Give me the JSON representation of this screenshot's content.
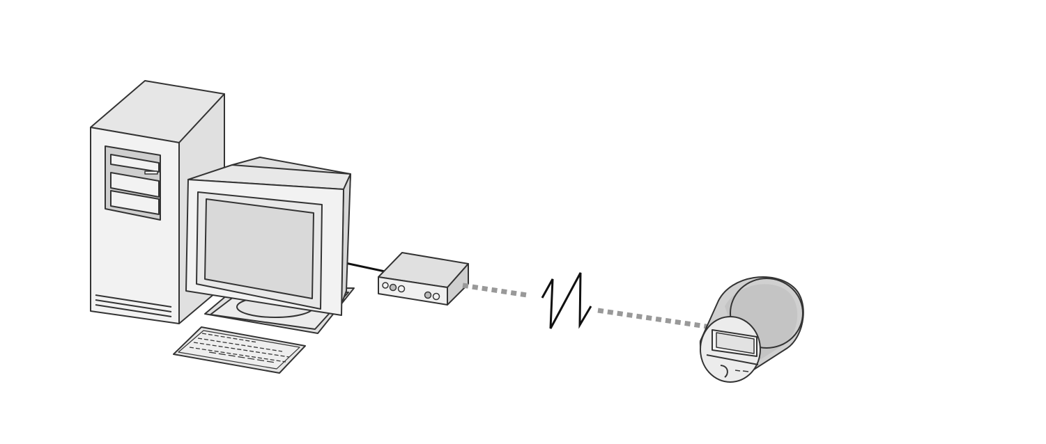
{
  "diagram": {
    "nodes": [
      {
        "id": "computer",
        "icon": "desktop-computer-icon"
      },
      {
        "id": "modem",
        "icon": "modem-icon"
      },
      {
        "id": "meter",
        "icon": "electric-meter-icon"
      }
    ],
    "links": [
      {
        "from": "computer",
        "to": "modem",
        "style": "solid-cable"
      },
      {
        "from": "modem",
        "to": "meter",
        "style": "dotted-wireless",
        "break_symbol": "lightning-zigzag-icon"
      }
    ],
    "colors": {
      "outline": "#333333",
      "body_light": "#f2f2f2",
      "body_mid": "#e0e0e0",
      "body_dark": "#c8c8c8",
      "screen": "#d9d9d9",
      "wireless_dots": "#999999",
      "cable": "#111111"
    }
  }
}
